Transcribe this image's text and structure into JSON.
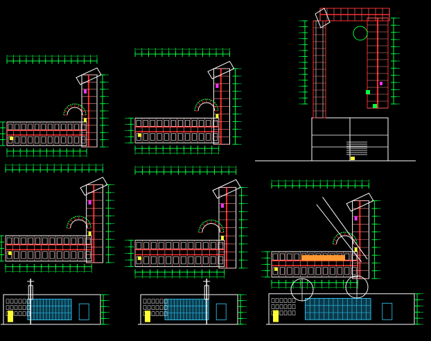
{
  "drawing": {
    "colors": {
      "background": "#000000",
      "dimension": "#00ff44",
      "wall": "#ff2a2a",
      "outline": "#ffffff",
      "grid": "#ff8c8c",
      "accent_yellow": "#ffff33",
      "accent_magenta": "#ff33ff",
      "accent_cyan": "#33ccff",
      "accent_orange": "#ff9933"
    },
    "sheets": [
      {
        "id": "plan-l-upper-left",
        "kind": "floor-plan-l"
      },
      {
        "id": "plan-l-upper-middle",
        "kind": "floor-plan-l"
      },
      {
        "id": "plan-u-site",
        "kind": "site-plan"
      },
      {
        "id": "plan-l-middle-left",
        "kind": "floor-plan-l"
      },
      {
        "id": "plan-l-middle-middle",
        "kind": "floor-plan-l"
      },
      {
        "id": "plan-l-roof",
        "kind": "roof-plan"
      },
      {
        "id": "elevation-left",
        "kind": "elevation"
      },
      {
        "id": "elevation-middle",
        "kind": "elevation"
      },
      {
        "id": "elevation-right",
        "kind": "elevation"
      }
    ]
  }
}
